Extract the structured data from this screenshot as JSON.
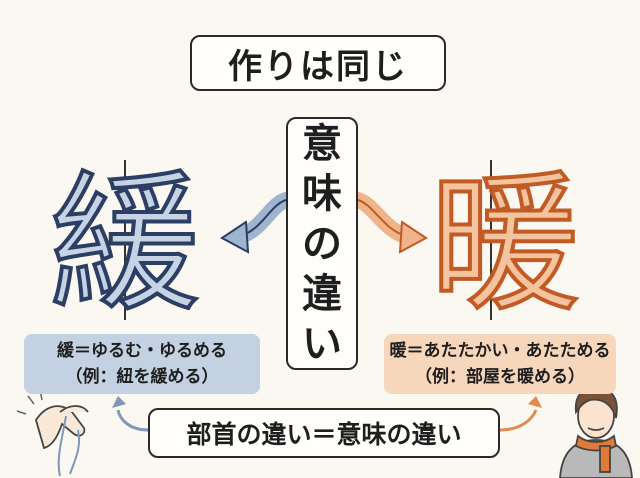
{
  "title": "作りは同じ",
  "center": {
    "chars": [
      "意",
      "味",
      "の",
      "違",
      "い"
    ]
  },
  "left": {
    "kanji": "緩",
    "meaning": "緩＝ゆるむ・ゆるめる",
    "example": "（例：紐を緩める）",
    "color_fill": "#c3d1e2",
    "color_stroke": "#2c3e63"
  },
  "right": {
    "kanji": "暖",
    "meaning": "暖＝あたたかい・あたためる",
    "example": "（例：部屋を暖める）",
    "color_fill": "#f7d7bb",
    "color_stroke": "#c25a26"
  },
  "bottom": {
    "text": "部首の違い＝意味の違い"
  },
  "illustrations": {
    "left": "loosening-hands-icon",
    "right": "person-with-scarf-icon"
  }
}
